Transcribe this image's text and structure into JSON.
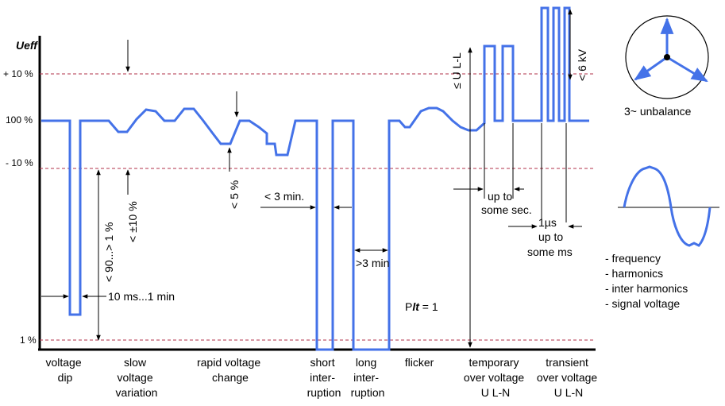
{
  "axis": {
    "y_title": "Ueff",
    "levels": [
      "+ 10 %",
      "100 %",
      "- 10 %",
      "1 %"
    ]
  },
  "categories": [
    [
      "voltage",
      "dip"
    ],
    [
      "slow",
      "voltage",
      "variation"
    ],
    [
      "rapid voltage",
      "change"
    ],
    [
      "short",
      "inter-",
      "ruption"
    ],
    [
      "long",
      "inter-",
      "ruption"
    ],
    [
      "flicker"
    ],
    [
      "temporary",
      "over voltage",
      "U L-N"
    ],
    [
      "transient",
      "over voltage",
      "U L-N"
    ]
  ],
  "annotations": {
    "dip_depth": "< 90...> 1 %",
    "dip_duration": "10 ms...1 min",
    "slow_variation": "< ±10 %",
    "rapid_change": "< 5 %",
    "short_duration": "< 3 min.",
    "long_duration": ">3 min",
    "flicker_index": "Plt = 1",
    "temp_amplitude": "≤ U L-L",
    "temp_duration": [
      "up to",
      "some sec."
    ],
    "transient_amplitude": "< 6 kV",
    "transient_duration": [
      "1µs",
      "up to",
      "some ms"
    ]
  },
  "right_panel": {
    "unbalance_label": "3~ unbalance",
    "distortion_items": [
      "- frequency",
      "- harmonics",
      "- inter harmonics",
      "- signal voltage"
    ]
  },
  "colors": {
    "wave": "#4472e8",
    "guide": "#b0304a"
  }
}
